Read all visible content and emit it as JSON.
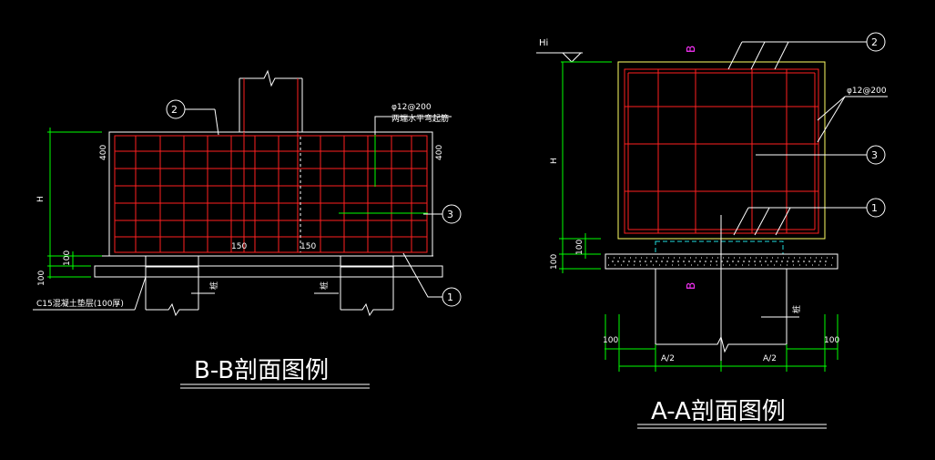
{
  "titles": {
    "bb": "B-B剖面图例",
    "aa": "A-A剖面图例"
  },
  "bb": {
    "rebar": "φ12@200",
    "rebar_note": "两端水平弯起筋",
    "dim_400_left": "400",
    "dim_400_right": "400",
    "dim_150_a": "150",
    "dim_150_b": "150",
    "dim_h": "H",
    "dim_100_a": "100",
    "dim_100_b": "100",
    "cushion_note": "C15混凝土垫层(100厚)",
    "pile_mark_a": "桩",
    "pile_mark_b": "桩",
    "callout_1": "1",
    "callout_2": "2",
    "callout_3": "3"
  },
  "aa": {
    "hi": "Hi",
    "section_b_top": "B",
    "section_b_bottom": "B",
    "dim_h": "H",
    "dim_100_a": "100",
    "dim_100_b": "100",
    "dim_100_left": "100",
    "dim_100_right": "100",
    "half_a_left": "A/2",
    "half_a_right": "A/2",
    "rebar": "φ12@200",
    "pile_mark": "桩",
    "callout_1": "1",
    "callout_2": "2",
    "callout_3": "3"
  },
  "colors": {
    "background": "#000000",
    "rebar": "#ff2020",
    "dimension": "#00ff00",
    "outline": "#ffffff",
    "concrete_edge": "#ffff66",
    "section_mark": "#ff33ff"
  }
}
